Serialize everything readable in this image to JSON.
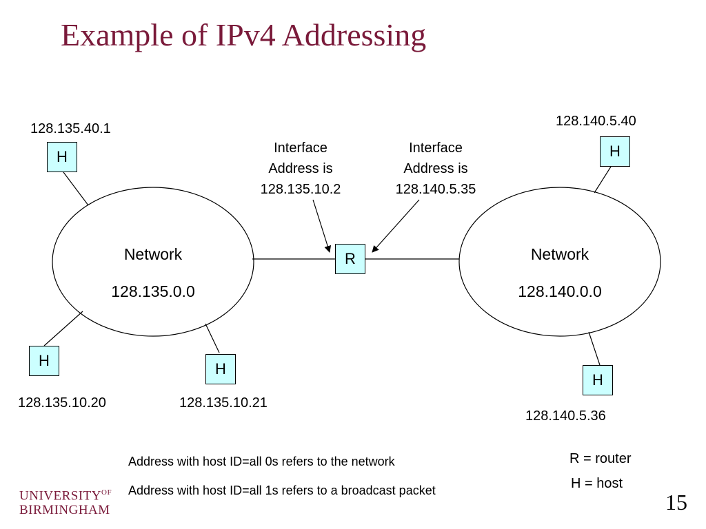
{
  "slide": {
    "title": "Example of IPv4 Addressing",
    "page_number": "15"
  },
  "networks": {
    "left": {
      "label": "Network",
      "address": "128.135.0.0"
    },
    "right": {
      "label": "Network",
      "address": "128.140.0.0"
    }
  },
  "hosts": {
    "symbol": "H",
    "left_top": "128.135.40.1",
    "left_bottom_1": "128.135.10.20",
    "left_bottom_2": "128.135.10.21",
    "right_top": "128.140.5.40",
    "right_bottom": "128.140.5.36"
  },
  "router": {
    "symbol": "R",
    "interface_left": {
      "line1": "Interface",
      "line2": "Address is",
      "line3": "128.135.10.2"
    },
    "interface_right": {
      "line1": "Interface",
      "line2": "Address is",
      "line3": "128.140.5.35"
    }
  },
  "notes": {
    "network_address": "Address with host ID=all 0s refers to the network",
    "broadcast_address": "Address with host ID=all 1s refers to a broadcast packet"
  },
  "legend": {
    "router": "R = router",
    "host": "H = host"
  },
  "logo": {
    "line1": "UNIVERSITY",
    "of": "OF",
    "line2": "BIRMINGHAM"
  },
  "colors": {
    "title": "#7a1a3a",
    "node_fill": "#ccffff"
  }
}
